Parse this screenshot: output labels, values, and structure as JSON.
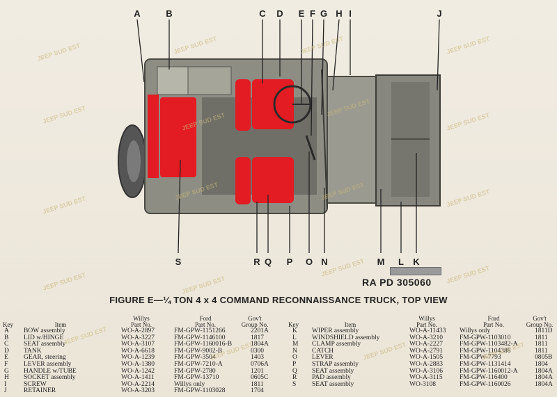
{
  "figure": {
    "caption": "FIGURE E—¼ TON 4 x 4 COMMAND RECONNAISSANCE TRUCK, TOP VIEW",
    "ref_prefix": "RA",
    "ref_number": "PD 305060",
    "watermark": "JEEP SUD EST",
    "top_labels": [
      "A",
      "B",
      "C",
      "D",
      "E",
      "F",
      "G",
      "H",
      "I",
      "J"
    ],
    "bottom_labels": [
      "S",
      "R",
      "Q",
      "P",
      "O",
      "N",
      "M",
      "L",
      "K"
    ]
  },
  "table_headers": {
    "key": "Key",
    "item": "Item",
    "willys": [
      "Willys",
      "Part No."
    ],
    "ford": [
      "Ford",
      "Part No."
    ],
    "govt": [
      "Gov't",
      "Group No."
    ]
  },
  "left_rows": [
    {
      "key": "A",
      "item": "BOW assembly",
      "willys": "WO-A-2897",
      "ford": "FM-GPW-1151266",
      "govt": "2201A"
    },
    {
      "key": "B",
      "item": "LID w/HINGE",
      "willys": "WO-A-3227",
      "ford": "FM-GPW-1146100",
      "govt": "1817"
    },
    {
      "key": "C",
      "item": "SEAT assembly",
      "willys": "WO-A-3107",
      "ford": "FM-GPW-1160016-B",
      "govt": "1804A"
    },
    {
      "key": "D",
      "item": "TANK",
      "willys": "WO-A-6618",
      "ford": "FM-GPW-9002-B",
      "govt": "0300"
    },
    {
      "key": "E",
      "item": "GEAR, steering",
      "willys": "WO-A-1239",
      "ford": "FM-GPW-3504",
      "govt": "1403"
    },
    {
      "key": "F",
      "item": "LEVER assembly",
      "willys": "WO-A-1380",
      "ford": "FM-GPW-7210-A",
      "govt": "0706A"
    },
    {
      "key": "G",
      "item": "HANDLE w/TUBE",
      "willys": "WO-A-1242",
      "ford": "FM-GPW-2780",
      "govt": "1201"
    },
    {
      "key": "H",
      "item": "SOCKET assembly",
      "willys": "WO-A-1411",
      "ford": "FM-GPW-13710",
      "govt": "0605C"
    },
    {
      "key": "I",
      "item": "SCREW",
      "willys": "WO-A-2214",
      "ford": "Willys only",
      "govt": "1811"
    },
    {
      "key": "J",
      "item": "RETAINER",
      "willys": "WO-A-3203",
      "ford": "FM-GPW-1103028",
      "govt": "1704"
    }
  ],
  "right_rows": [
    {
      "key": "K",
      "item": "WIPER assembly",
      "willys": "WO-A-11433",
      "ford": "Willys only",
      "govt": "1811D"
    },
    {
      "key": "L",
      "item": "WINDSHIELD assembly",
      "willys": "WO-A-3210",
      "ford": "FM-GPW-1103010",
      "govt": "1811"
    },
    {
      "key": "M",
      "item": "CLAMP assembly",
      "willys": "WO-A-2227",
      "ford": "FM-GPW-1103482-A",
      "govt": "1811"
    },
    {
      "key": "N",
      "item": "CATCH",
      "willys": "WO-A-2791",
      "ford": "FM-GPW-1104388",
      "govt": "1811"
    },
    {
      "key": "O",
      "item": "LEVER",
      "willys": "WO-A-1505",
      "ford": "FM-GPW-7793",
      "govt": "0805B"
    },
    {
      "key": "P",
      "item": "STRAP assembly",
      "willys": "WO-A-2883",
      "ford": "FM-GPW-1131414",
      "govt": "1804"
    },
    {
      "key": "Q",
      "item": "SEAT assembly",
      "willys": "WO-A-3106",
      "ford": "FM-GPW-1160012-A",
      "govt": "1804A"
    },
    {
      "key": "R",
      "item": "PAD assembly",
      "willys": "WO-A-3115",
      "ford": "FM-GPW-116400",
      "govt": "1804A"
    },
    {
      "key": "S",
      "item": "SEAT assembly",
      "willys": "WO-3108",
      "ford": "FM-GPW-1160026",
      "govt": "1804A"
    }
  ]
}
